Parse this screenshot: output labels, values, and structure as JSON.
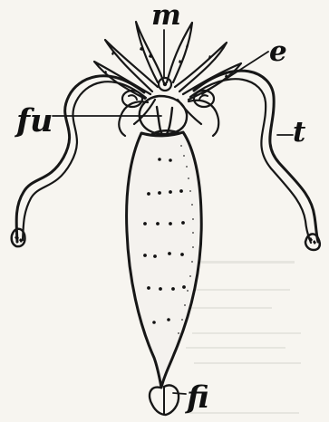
{
  "labels": {
    "m": "m",
    "e": "e",
    "fu": "fu",
    "t": "t",
    "fi": "fi"
  },
  "colors": {
    "ink": "#171717",
    "paper": "#f7f5f0"
  }
}
